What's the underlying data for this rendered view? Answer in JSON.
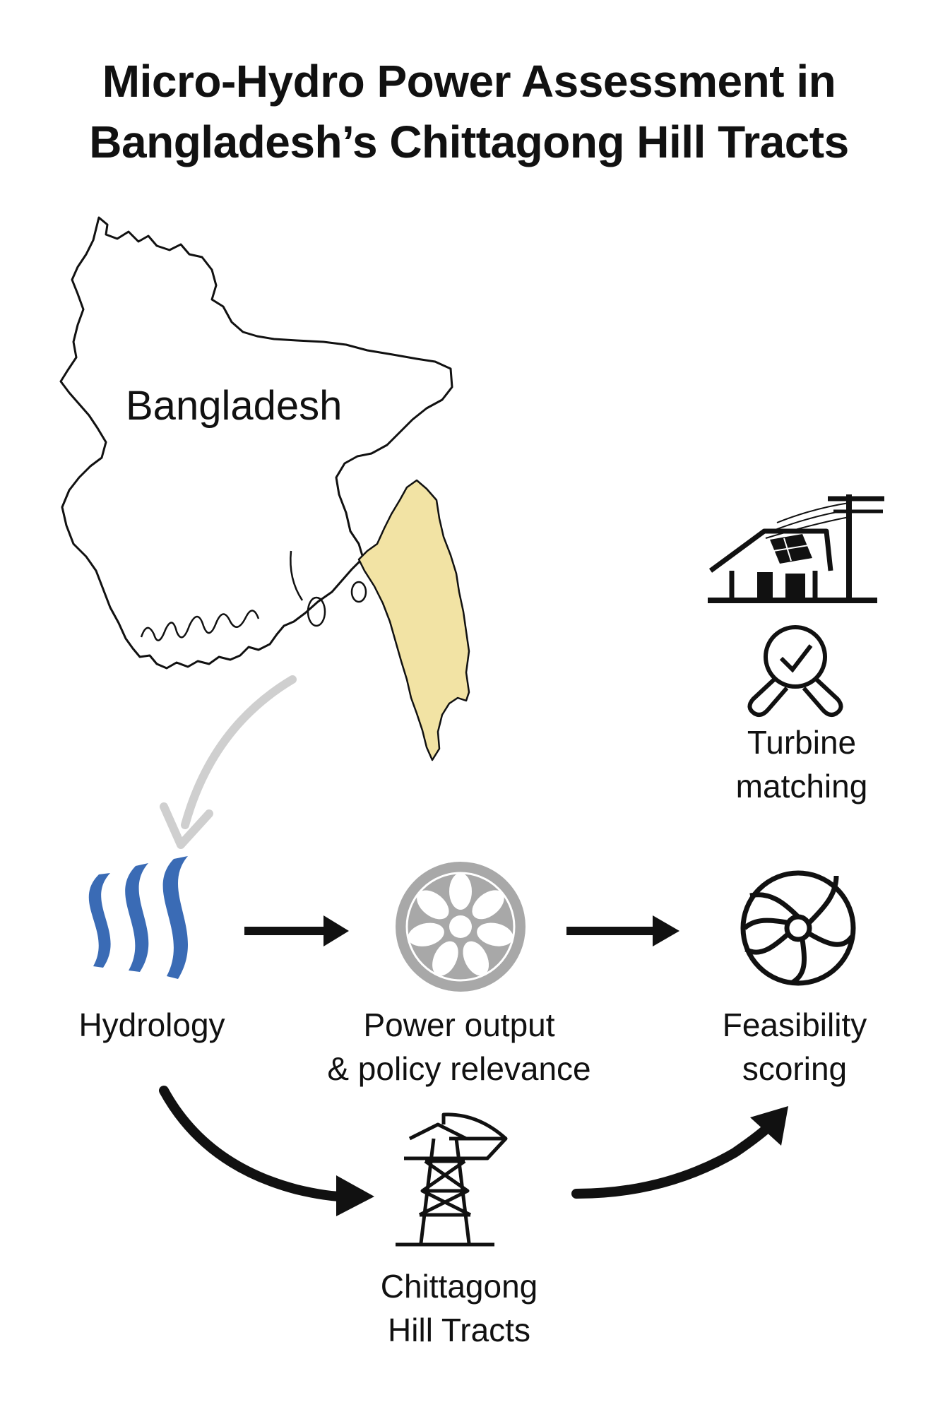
{
  "title": {
    "line1": "Micro-Hydro Power Assessment in",
    "line2": "Bangladesh’s Chittagong Hill Tracts"
  },
  "map": {
    "country_label": "Bangladesh",
    "highlight_color": "#f2e3a4"
  },
  "nodes": {
    "hydrology": {
      "label": "Hydrology",
      "icon": "water-waves-icon",
      "color": "#3a6bb5"
    },
    "power": {
      "line1": "Power output",
      "line2": "& policy relevance",
      "icon": "turbine-wheel-icon",
      "color": "#a8a8a8"
    },
    "feasibility": {
      "line1": "Feasibility",
      "line2": "scoring",
      "icon": "turbine-fan-icon"
    },
    "turbine_matching": {
      "line1": "Turbine",
      "line2": "matching",
      "icon": "magnifier-check-icon"
    },
    "chittagong": {
      "line1": "Chittagong",
      "line2": "Hill Tracts",
      "icon": "transmission-tower-icon"
    },
    "house": {
      "icon": "house-power-line-icon"
    }
  }
}
